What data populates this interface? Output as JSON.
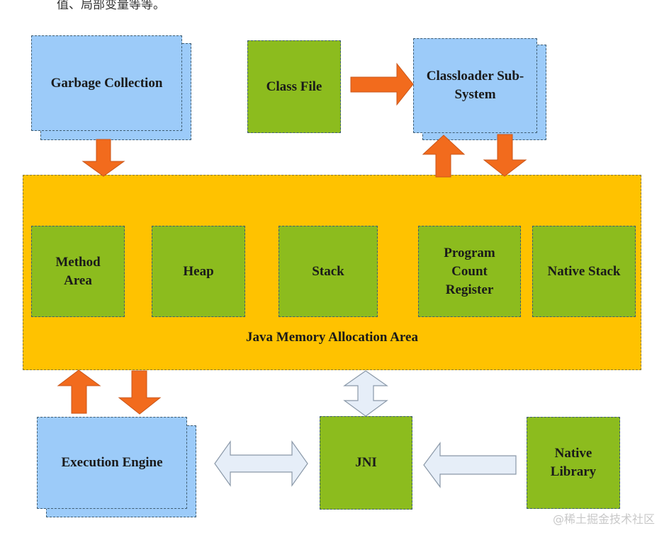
{
  "intro_text": "值、局部变量等等。",
  "boxes": {
    "garbage_collection": "Garbage Collection",
    "class_file": "Class File",
    "classloader": "Classloader Sub-System",
    "method_area": "Method Area",
    "heap": "Heap",
    "stack": "Stack",
    "program_count_register": "Program Count Register",
    "native_stack": "Native Stack",
    "memory_area": "Java Memory Allocation Area",
    "execution_engine": "Execution Engine",
    "jni": "JNI",
    "native_library": "Native Library"
  },
  "colors": {
    "green_box": "#8cbc1e",
    "blue_box": "#9ccbf9",
    "memory_area": "#ffc200",
    "orange_arrow": "#f26b1d",
    "pale_arrow": "#e6eef8"
  },
  "watermark": "@稀土掘金技术社区"
}
